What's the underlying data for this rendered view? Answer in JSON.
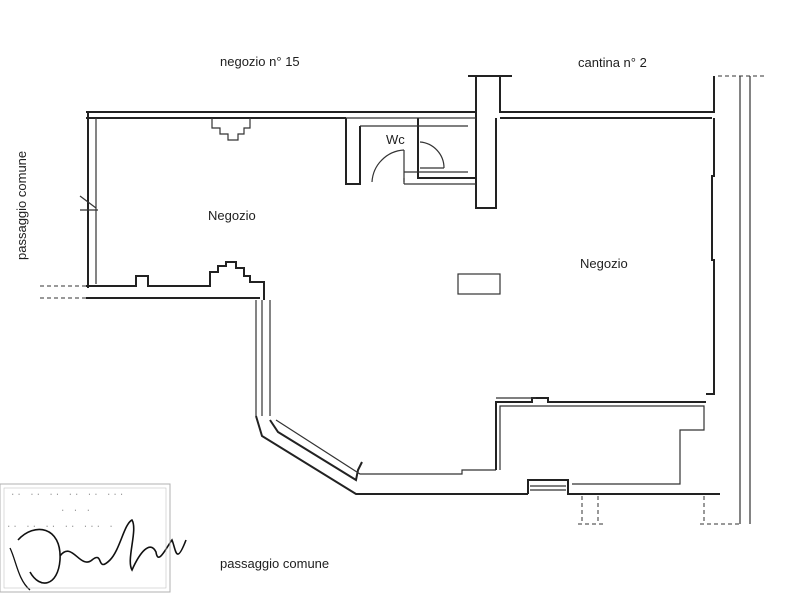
{
  "labels": {
    "top_left_unit": "negozio n° 15",
    "top_right_unit": "cantina n° 2",
    "left_corridor": "passaggio comune",
    "bottom_corridor": "passaggio comune",
    "room_left": "Negozio",
    "room_right": "Negozio",
    "wc": "Wc"
  },
  "stamp": {
    "lines": [
      "·· ·· ·· ·· ·· ···",
      "· · ·",
      "·· ·· ·· ·· ··· ·"
    ]
  }
}
